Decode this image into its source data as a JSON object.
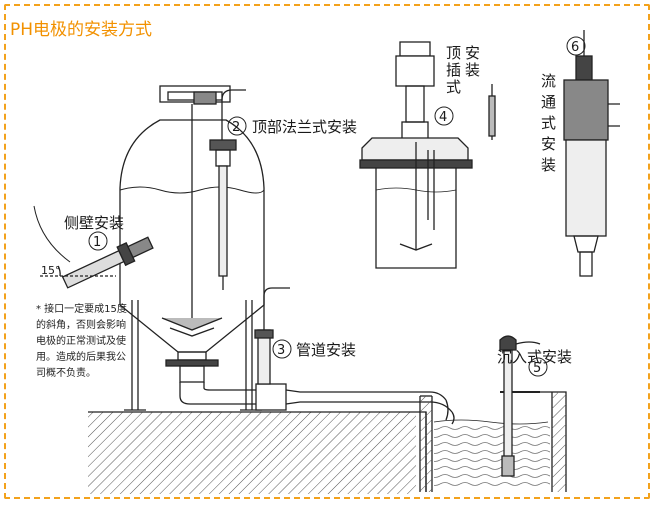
{
  "title": "PH电极的安装方式",
  "labels": {
    "side_wall": "侧壁安装",
    "top_flange": "顶部法兰式安装",
    "pipeline": "管道安装",
    "top_insert": "顶插式安装",
    "flow_through": "流通式安装",
    "immersion": "沉入式安装"
  },
  "numbers": {
    "n1": "1",
    "n2": "2",
    "n3": "3",
    "n4": "4",
    "n5": "5",
    "n6": "6"
  },
  "angle": "15°",
  "note_lines": [
    "* 接口一定要成15度",
    "的斜角，否则会影响",
    "电极的正常测试及使",
    "用。造成的后果我公",
    "司概不负责。"
  ],
  "colors": {
    "frame": "#f3a21c",
    "title": "#f29100",
    "line": "#222222",
    "hatch": "#555555"
  }
}
